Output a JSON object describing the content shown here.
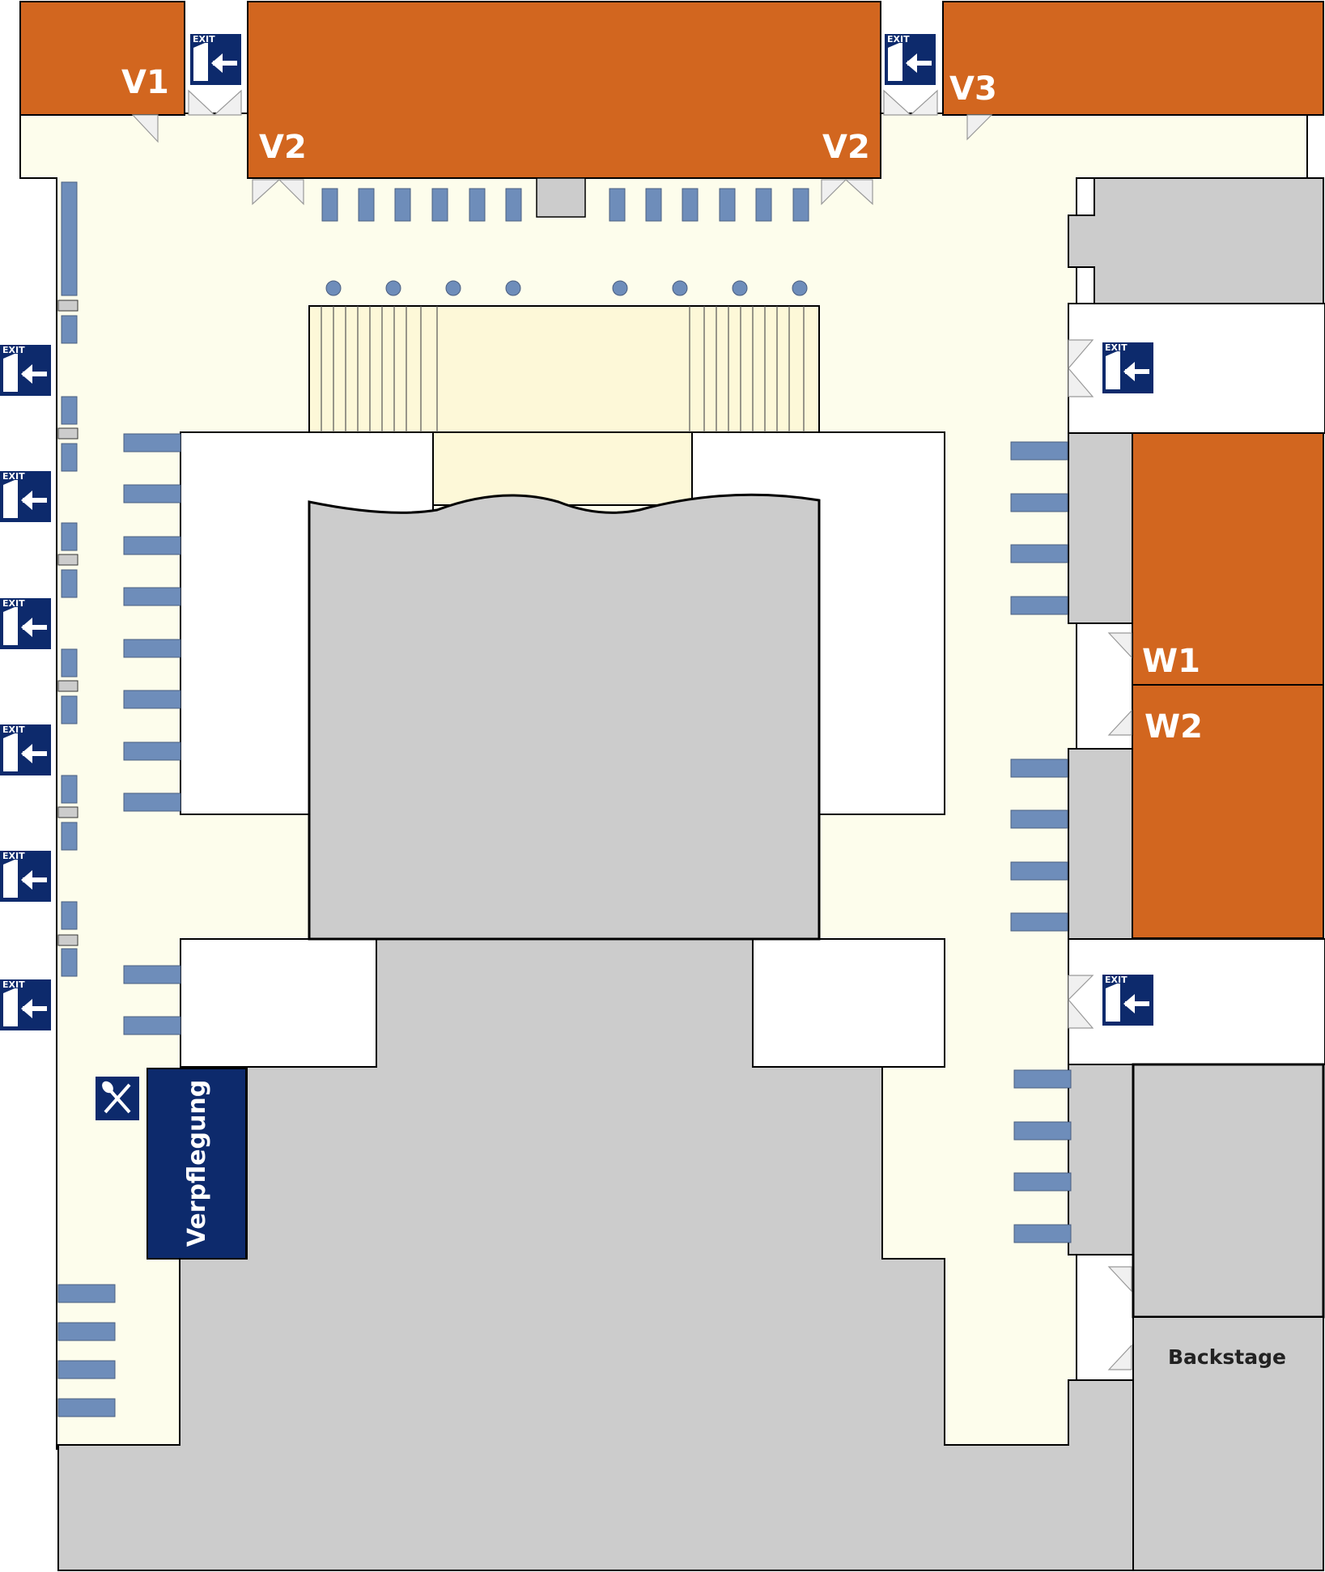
{
  "map": {
    "rooms": {
      "v1": "V1",
      "v2_left": "V2",
      "v2_right": "V2",
      "v3": "V3",
      "w1": "W1",
      "w2": "W2",
      "backstage": "Backstage"
    },
    "catering": "Verpflegung",
    "exit_sign_text": "EXIT",
    "icons": {
      "exit": "emergency-exit-icon",
      "catering": "fork-spoon-icon"
    }
  },
  "colors": {
    "room_orange": "#D2661F",
    "floor_cream": "#FDFDEC",
    "stage_grey": "#CCCCCC",
    "seat_blue": "#6E8DBA",
    "sign_navy": "#0D2A6C"
  }
}
